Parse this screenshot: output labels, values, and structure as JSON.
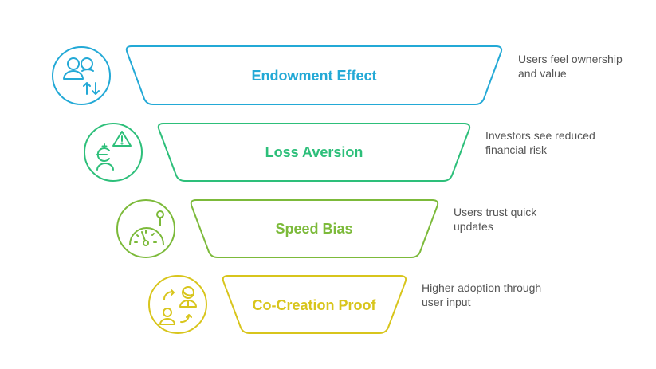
{
  "stages": [
    {
      "title": "Endowment Effect",
      "description": [
        "Users feel ownership",
        "and value"
      ],
      "icon": "users-exchange-icon",
      "color": "#23a9d6"
    },
    {
      "title": "Loss Aversion",
      "description": [
        "Investors see reduced",
        "financial risk"
      ],
      "icon": "currency-warning-icon",
      "color": "#2dbf7a"
    },
    {
      "title": "Speed Bias",
      "description": [
        "Users trust quick",
        "updates"
      ],
      "icon": "speedometer-icon",
      "color": "#7cba3a"
    },
    {
      "title": "Co-Creation Proof",
      "description": [
        "Higher adoption through",
        "user input"
      ],
      "icon": "collaboration-icon",
      "color": "#d8c51c"
    }
  ]
}
